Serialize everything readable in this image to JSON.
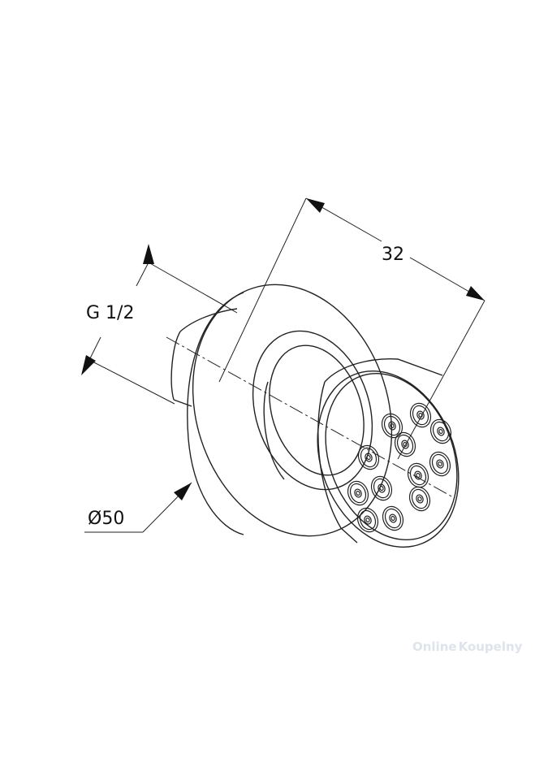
{
  "drawing": {
    "dimension_length": "32",
    "dimension_thread": "G 1/2",
    "dimension_diameter_symbol": "Ø",
    "dimension_diameter": "50",
    "nozzle_count": 12
  },
  "watermark": {
    "part1": "Online",
    "part2": "Koupelny"
  },
  "colors": {
    "line": "#222222",
    "watermark": "#dfe4ea"
  }
}
